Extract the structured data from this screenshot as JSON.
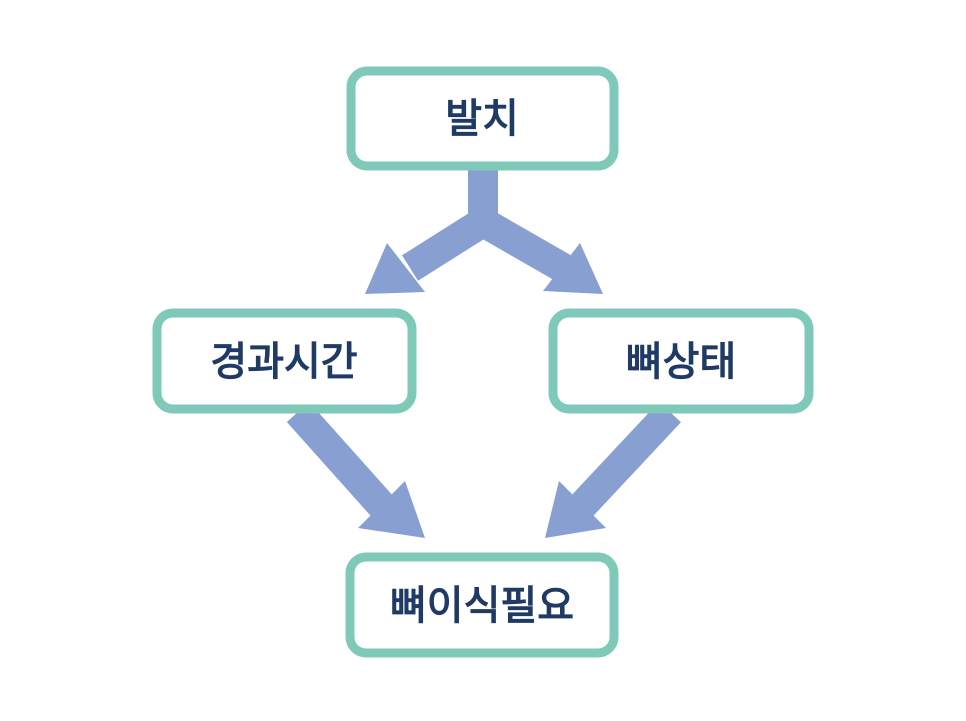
{
  "nodes": {
    "extraction": {
      "label": "발치"
    },
    "elapsed_time": {
      "label": "경과시간"
    },
    "bone_status": {
      "label": "뼈상태"
    },
    "bone_graft_needed": {
      "label": "뼈이식필요"
    }
  },
  "edges": [
    {
      "from": "extraction",
      "to": "elapsed_time"
    },
    {
      "from": "extraction",
      "to": "bone_status"
    },
    {
      "from": "elapsed_time",
      "to": "bone_graft_needed"
    },
    {
      "from": "bone_status",
      "to": "bone_graft_needed"
    }
  ],
  "colors": {
    "box_border": "#7fc9b8",
    "arrow": "#889fd2",
    "text": "#1f3a63"
  }
}
